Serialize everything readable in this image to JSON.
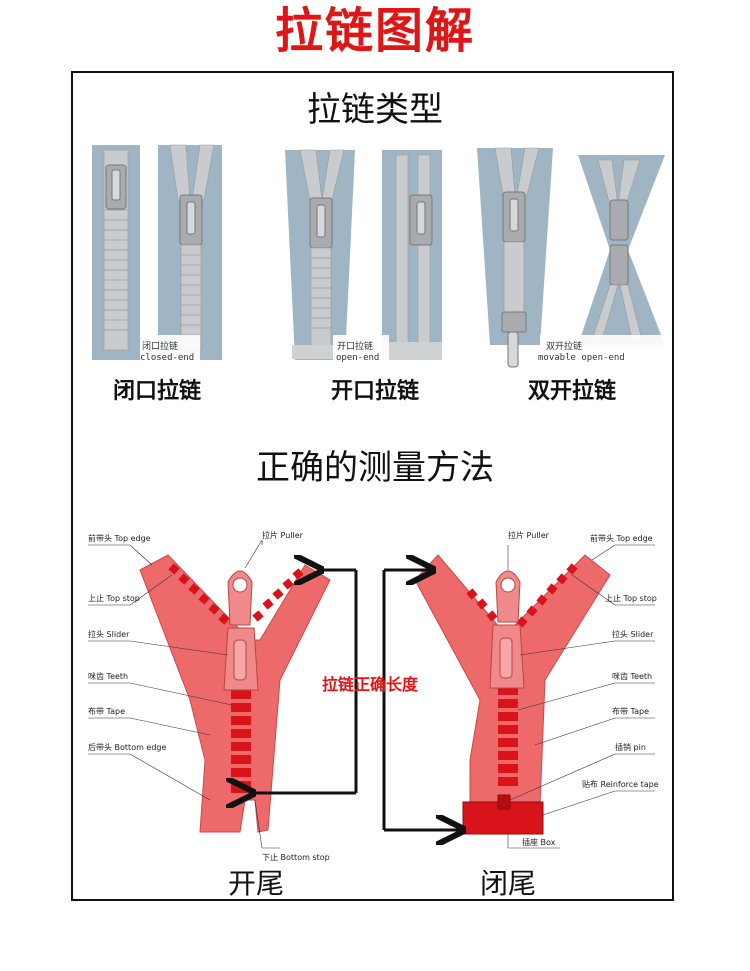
{
  "title": "拉链图解",
  "section_types": {
    "heading": "拉链类型",
    "items": [
      {
        "name": "闭口拉链",
        "image_label_cn": "闭口拉链",
        "image_label_en": "closed-end"
      },
      {
        "name": "开口拉链",
        "image_label_cn": "开口拉链",
        "image_label_en": "open-end"
      },
      {
        "name": "双开拉链",
        "image_label_cn": "双开拉链",
        "image_label_en": "movable open-end"
      }
    ]
  },
  "section_measure": {
    "heading": "正确的测量方法",
    "measure_label": "拉链正确长度",
    "left_diagram": {
      "caption": "开尾",
      "labels": {
        "top_edge": "前带头 Top edge",
        "top_stop": "上止 Top stop",
        "slider": "拉头 Slider",
        "teeth": "咪齿 Teeth",
        "tape": "布带 Tape",
        "bottom_edge": "后带头 Bottom edge",
        "puller": "拉片 Puller",
        "bottom_stop": "下止 Bottom stop"
      }
    },
    "right_diagram": {
      "caption": "闭尾",
      "labels": {
        "puller": "拉片 Puller",
        "top_edge": "前带头 Top edge",
        "top_stop": "上止 Top stop",
        "slider": "拉头 Slider",
        "teeth": "咪齿 Teeth",
        "tape": "布带 Tape",
        "pin": "插销 pin",
        "reinforce_tape": "贴布 Reinforce tape",
        "box": "插座 Box"
      }
    }
  },
  "colors": {
    "title_red": "#e01616",
    "zipper_tape_blue": "#9fb5c4",
    "zipper_teeth_gray": "#b9bcbf",
    "diagram_pink": "#ee6a6a",
    "diagram_red": "#d8131a"
  }
}
